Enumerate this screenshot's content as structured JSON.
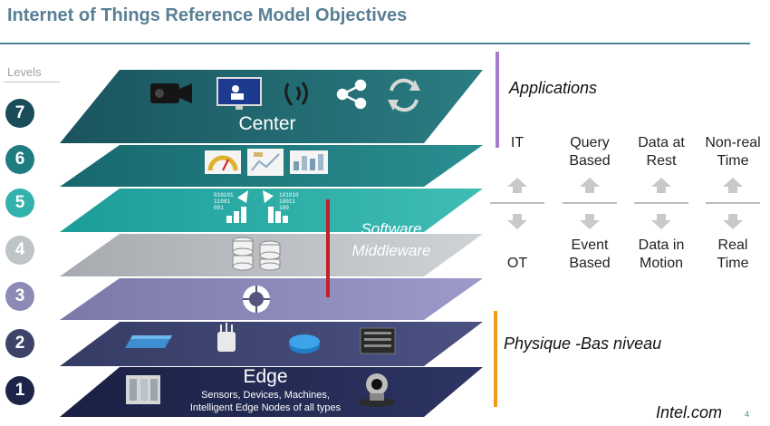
{
  "title": "Internet of Things Reference Model Objectives",
  "levels_label": "Levels",
  "levels": [
    {
      "number": "7",
      "color": "#1b4c5a"
    },
    {
      "number": "6",
      "color": "#1f7d82"
    },
    {
      "number": "5",
      "color": "#31b2ad"
    },
    {
      "number": "4",
      "color": "#bfc4c6"
    },
    {
      "number": "3",
      "color": "#8d8bb5"
    },
    {
      "number": "2",
      "color": "#3e4469"
    },
    {
      "number": "1",
      "color": "#1d2449"
    }
  ],
  "layers": {
    "center": {
      "label": "Center",
      "icons": [
        "video-camera-icon",
        "monitor-icon",
        "phone-icon",
        "share-icon",
        "sync-icon"
      ]
    },
    "six": {
      "icons": [
        "gauge-dashboard-icon",
        "chart-report-icon",
        "table-report-icon"
      ]
    },
    "five": {
      "icons": [
        "data-up-chart-icon",
        "data-transform-chart-icon"
      ]
    },
    "four": {
      "icons": [
        "database-icon"
      ]
    },
    "three": {
      "icons": [
        "routing-hub-icon"
      ]
    },
    "two": {
      "icons": [
        "switch-icon",
        "access-point-icon",
        "router-icon",
        "server-rack-icon"
      ]
    },
    "edge": {
      "label": "Edge",
      "sub1": "Sensors, Devices, Machines,",
      "sub2": "Intelligent Edge Nodes of all types",
      "icons": [
        "control-panel-icon",
        "camera-icon"
      ]
    }
  },
  "software_label_1": "Software",
  "software_label_2": "Middleware",
  "applications_label": "Applications",
  "physique_label": "Physique -Bas niveau",
  "colors": {
    "applications_bar": "#a77ccb",
    "middleware_bar": "#c0202a",
    "physique_bar": "#f39a1e"
  },
  "columns": [
    {
      "top_l1": "IT",
      "top_l2": "",
      "bottom_l1": "",
      "bottom_l2": "OT"
    },
    {
      "top_l1": "Query",
      "top_l2": "Based",
      "bottom_l1": "Event",
      "bottom_l2": "Based"
    },
    {
      "top_l1": "Data at",
      "top_l2": "Rest",
      "bottom_l1": "Data in",
      "bottom_l2": "Motion"
    },
    {
      "top_l1": "Non-real",
      "top_l2": "Time",
      "bottom_l1": "Real",
      "bottom_l2": "Time"
    }
  ],
  "credit": "Intel.com",
  "page_number": "4"
}
